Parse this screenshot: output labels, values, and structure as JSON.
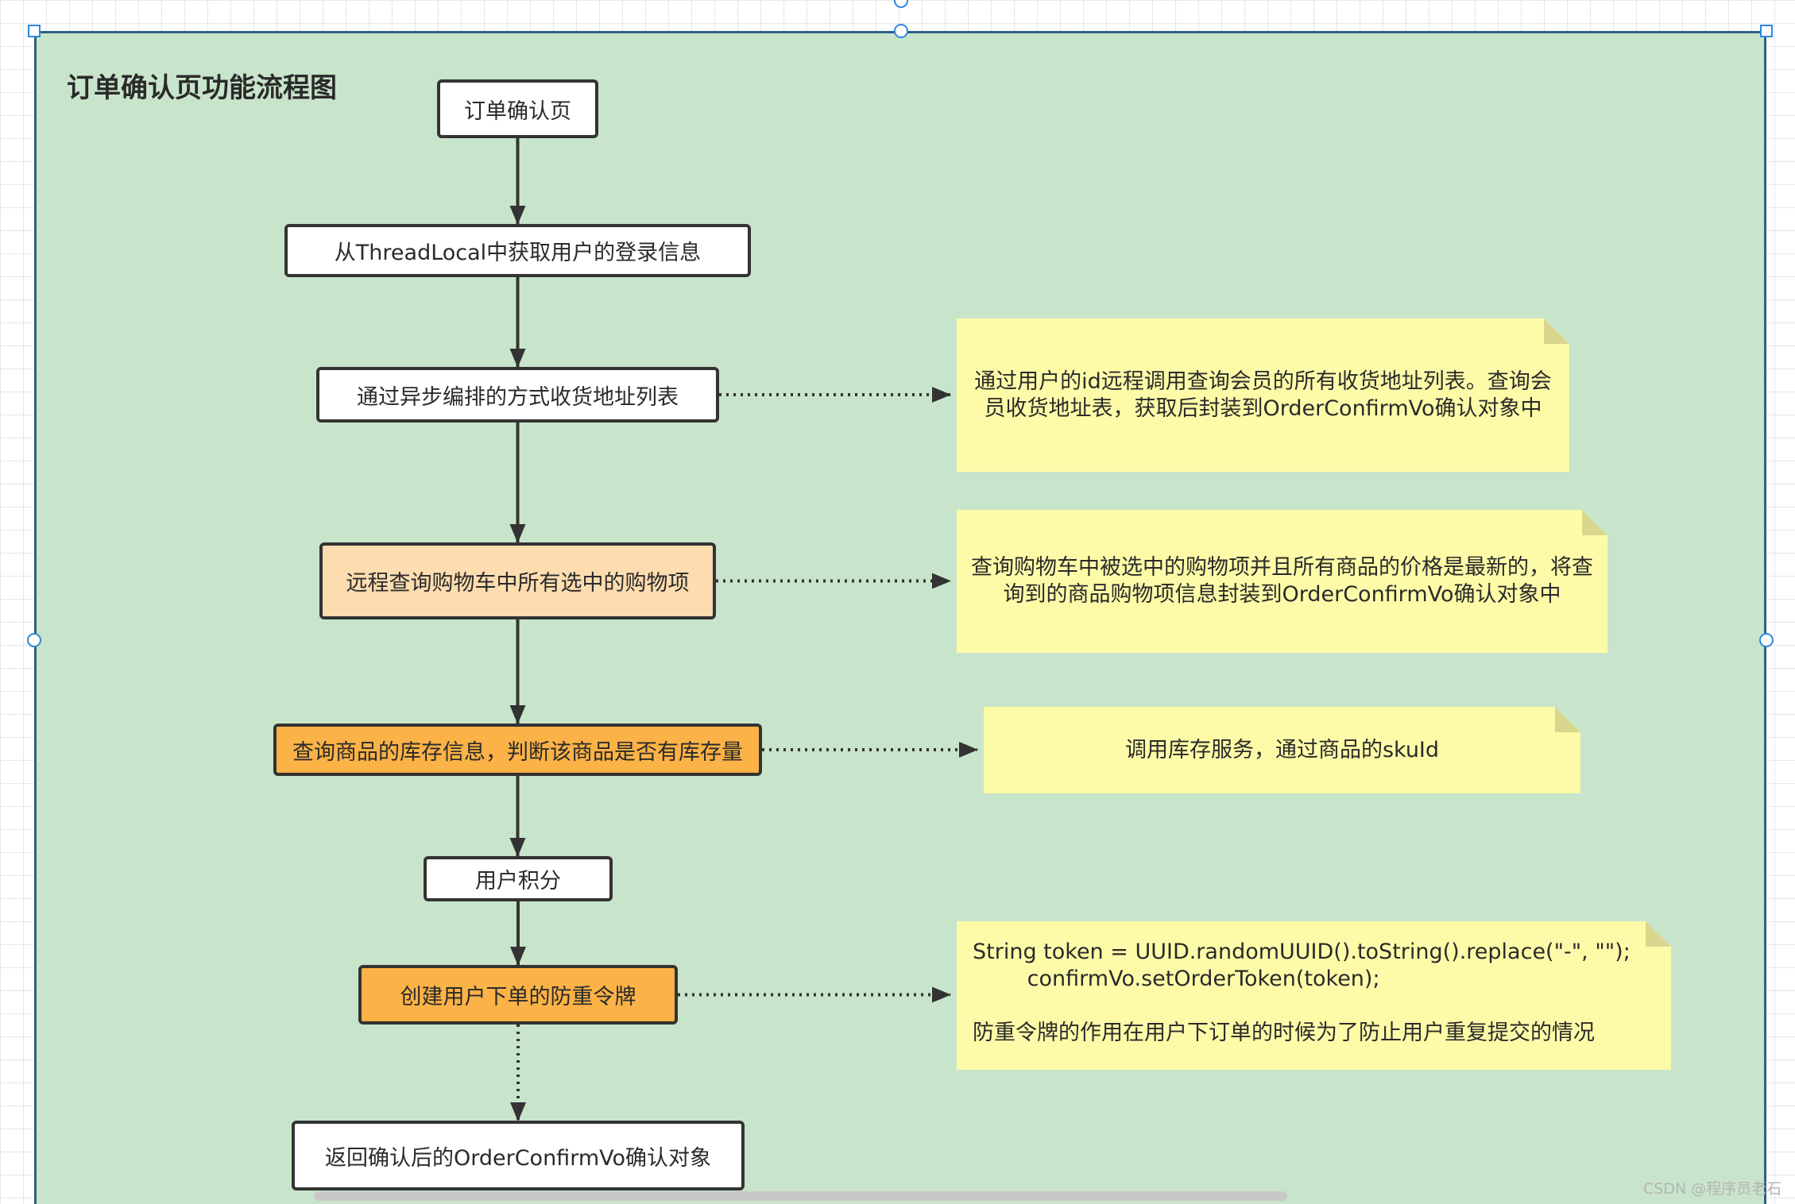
{
  "diagram": {
    "title": "订单确认页功能流程图",
    "nodes": [
      {
        "id": "start",
        "label": "订单确认页",
        "style": "plain"
      },
      {
        "id": "login",
        "label": "从ThreadLocal中获取用户的登录信息",
        "style": "plain"
      },
      {
        "id": "address",
        "label": "通过异步编排的方式收货地址列表",
        "style": "plain"
      },
      {
        "id": "cart",
        "label": "远程查询购物车中所有选中的购物项",
        "style": "light"
      },
      {
        "id": "stock",
        "label": "查询商品的库存信息，判断该商品是否有库存量",
        "style": "strong"
      },
      {
        "id": "points",
        "label": "用户积分",
        "style": "plain"
      },
      {
        "id": "token",
        "label": "创建用户下单的防重令牌",
        "style": "strong"
      },
      {
        "id": "result",
        "label": "返回确认后的OrderConfirmVo确认对象",
        "style": "plain"
      }
    ],
    "notes": [
      {
        "id": "note-address",
        "text": "通过用户的id远程调用查询会员的所有收货地址列表。查询会\n员收货地址表，获取后封装到OrderConfirmVo确认对象中"
      },
      {
        "id": "note-cart",
        "text": "查询购物车中被选中的购物项并且所有商品的价格是最新的，将查\n询到的商品购物项信息封装到OrderConfirmVo确认对象中"
      },
      {
        "id": "note-stock",
        "text": "调用库存服务，通过商品的skuId"
      },
      {
        "id": "note-token",
        "text": "String token = UUID.randomUUID().toString().replace(\"-\", \"\");\n        confirmVo.setOrderToken(token);\n\n防重令牌的作用在用户下订单的时候为了防止用户重复提交的情况"
      }
    ],
    "edges": [
      {
        "from": "start",
        "to": "login",
        "style": "solid"
      },
      {
        "from": "login",
        "to": "address",
        "style": "solid"
      },
      {
        "from": "address",
        "to": "cart",
        "style": "solid"
      },
      {
        "from": "cart",
        "to": "stock",
        "style": "solid"
      },
      {
        "from": "stock",
        "to": "points",
        "style": "solid"
      },
      {
        "from": "points",
        "to": "token",
        "style": "solid"
      },
      {
        "from": "token",
        "to": "result",
        "style": "dotted"
      },
      {
        "from": "address",
        "to": "note-address",
        "style": "dotted"
      },
      {
        "from": "cart",
        "to": "note-cart",
        "style": "dotted"
      },
      {
        "from": "stock",
        "to": "note-stock",
        "style": "dotted"
      },
      {
        "from": "token",
        "to": "note-token",
        "style": "dotted"
      }
    ]
  },
  "watermark": "CSDN @程序员老石",
  "colors": {
    "frame_fill": "#c8e5cb",
    "frame_border": "#2e5f86",
    "node_plain": "#ffffff",
    "node_light": "#fddcb0",
    "node_strong": "#fbb246",
    "note_fill": "#fdfba8",
    "line": "#333333",
    "handle": "#2e88d9"
  }
}
